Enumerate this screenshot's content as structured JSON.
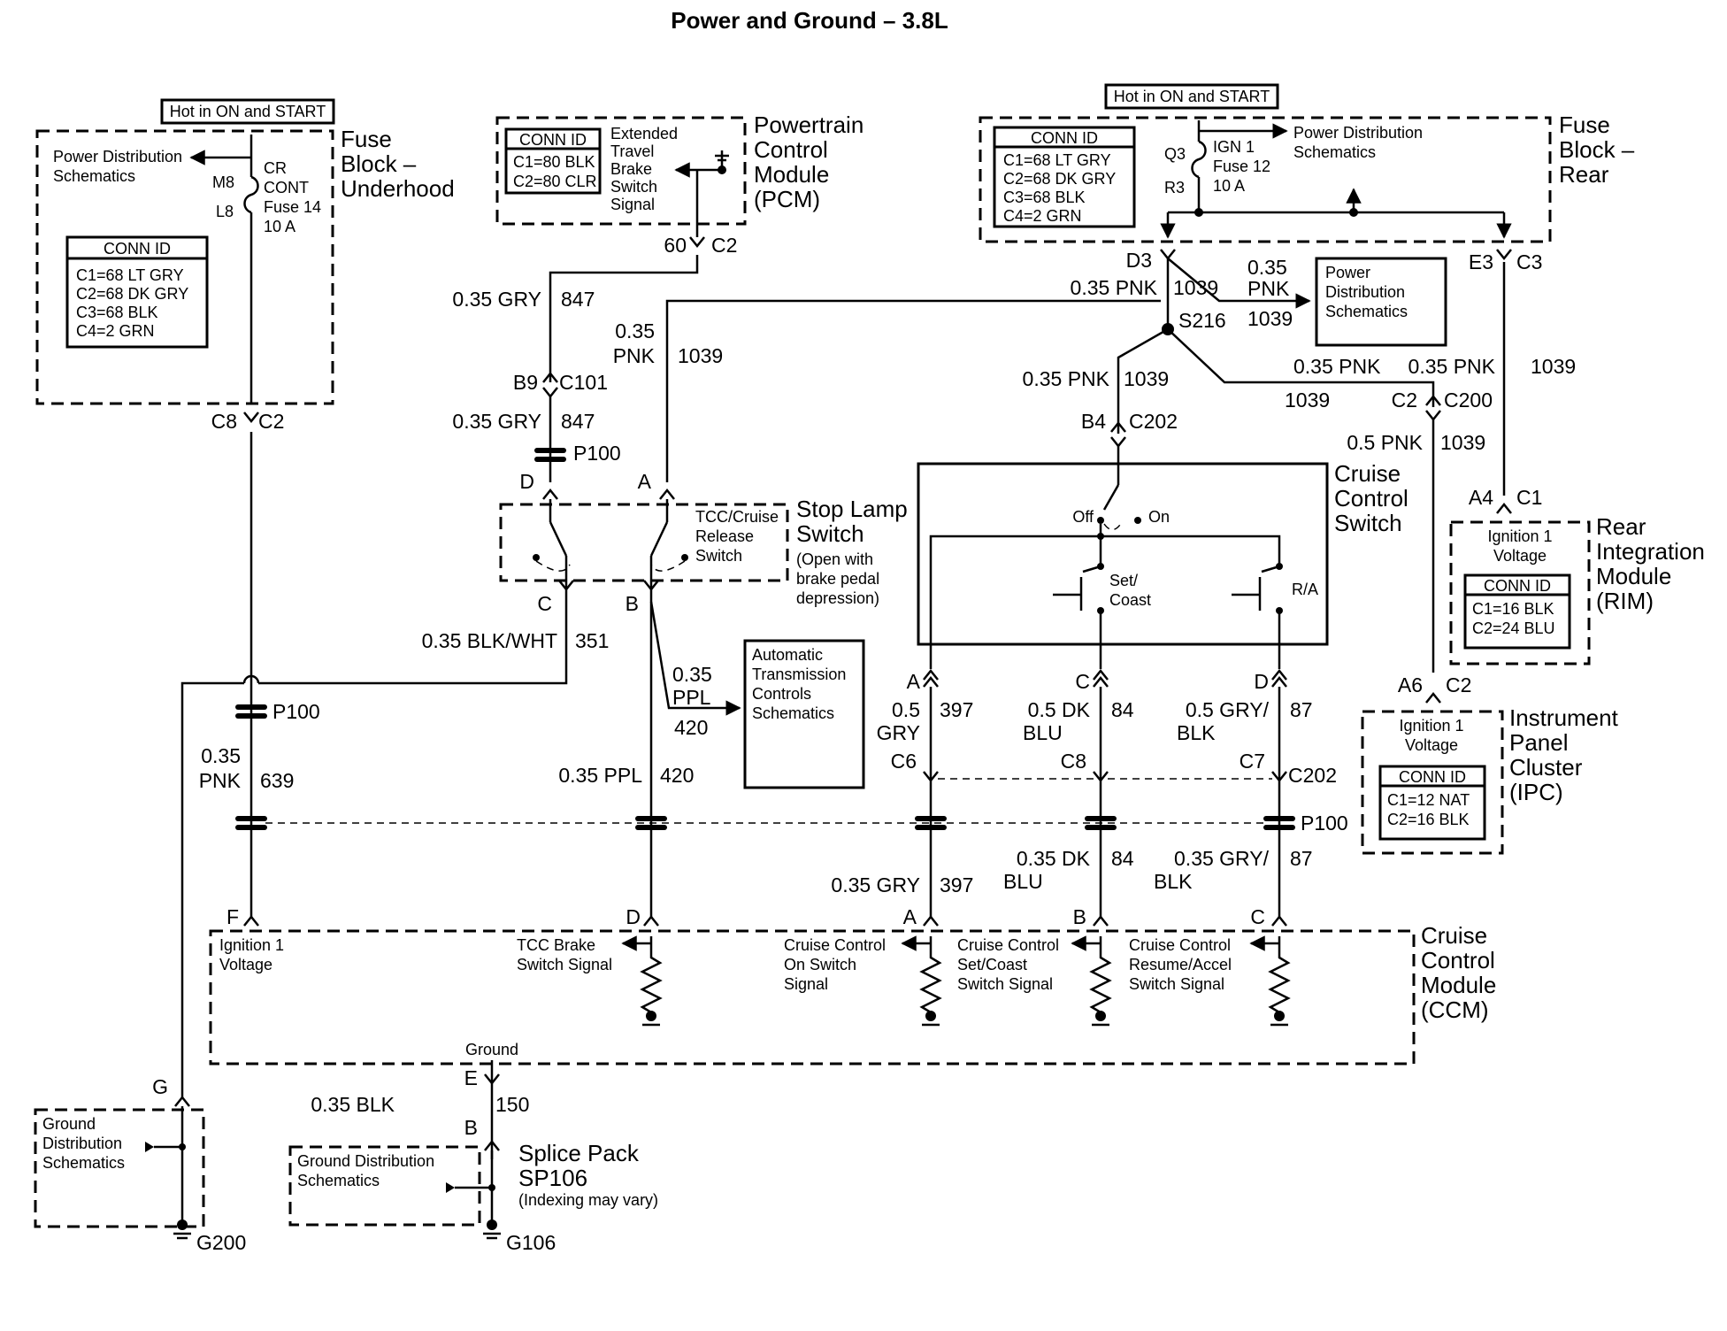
{
  "title": "Power and Ground – 3.8L",
  "fuse_underhood": {
    "hot": "Hot in ON and START",
    "label": [
      "Fuse",
      "Block –",
      "Underhood"
    ],
    "pds": [
      "Power Distribution",
      "Schematics"
    ],
    "m8": "M8",
    "l8": "L8",
    "fuse": [
      "CR",
      "CONT",
      "Fuse 14",
      "10 A"
    ],
    "conn_title": "CONN ID",
    "conn": [
      "C1=68 LT GRY",
      "C2=68 DK GRY",
      "C3=68 BLK",
      "C4=2 GRN"
    ],
    "c8": "C8",
    "c2": "C2"
  },
  "pcm": {
    "conn_title": "CONN ID",
    "conn": [
      "C1=80 BLK",
      "C2=80 CLR"
    ],
    "signal": [
      "Extended",
      "Travel",
      "Brake",
      "Switch",
      "Signal"
    ],
    "label": [
      "Powertrain",
      "Control",
      "Module",
      "(PCM)"
    ],
    "pin": "60",
    "conn_c2": "C2"
  },
  "fuse_rear": {
    "hot": "Hot in ON and START",
    "label": [
      "Fuse",
      "Block –",
      "Rear"
    ],
    "conn_title": "CONN ID",
    "conn": [
      "C1=68 LT GRY",
      "C2=68 DK GRY",
      "C3=68 BLK",
      "C4=2 GRN"
    ],
    "q3": "Q3",
    "r3": "R3",
    "fuse": [
      "IGN 1",
      "Fuse 12",
      "10 A"
    ],
    "pds": [
      "Power Distribution",
      "Schematics"
    ],
    "d3": "D3",
    "e3": "E3",
    "c3": "C3"
  },
  "wires": {
    "w847a": "0.35 GRY",
    "n847a": "847",
    "b9": "B9",
    "c101": "C101",
    "w847b": "0.35 GRY",
    "n847b": "847",
    "p100a": "P100",
    "w1039a": [
      "0.35",
      "PNK"
    ],
    "n1039a": "1039",
    "w1039d3": "0.35 PNK",
    "n1039d3": "1039",
    "w1039pds": [
      "0.35",
      "PNK"
    ],
    "n1039pds": "1039",
    "s216": "S216",
    "w1039b4": "0.35 PNK",
    "n1039b4": "1039",
    "b4": "B4",
    "c202a": "C202",
    "w1039c200": "0.35 PNK",
    "n1039c200": "1039",
    "c2c200": "C2",
    "c200": "C200",
    "w1039e3": "0.35 PNK",
    "n1039e3": "1039",
    "w1039ipc": "0.5 PNK",
    "n1039ipc": "1039",
    "w351": "0.35 BLK/WHT",
    "n351": "351",
    "p100b": "P100",
    "w639": [
      "0.35",
      "PNK"
    ],
    "n639": "639",
    "w420a": [
      "0.35",
      "PPL"
    ],
    "n420a": "420",
    "w420b": "0.35 PPL",
    "n420b": "420",
    "w397a": [
      "0.5",
      "GRY"
    ],
    "n397a": "397",
    "w84a": [
      "0.5 DK",
      "BLU"
    ],
    "n84a": "84",
    "w87a": [
      "0.5 GRY/",
      "BLK"
    ],
    "n87a": "87",
    "c6": "C6",
    "c8": "C8",
    "c7": "C7",
    "c202b": "C202",
    "p100c": "P100",
    "w397b": "0.35 GRY",
    "n397b": "397",
    "w84b": [
      "0.35 DK",
      "BLU"
    ],
    "n84b": "84",
    "w87b": [
      "0.35 GRY/",
      "BLK"
    ],
    "n87b": "87",
    "w150": "0.35 BLK",
    "n150": "150"
  },
  "stop_lamp": {
    "label": [
      "Stop Lamp",
      "Switch"
    ],
    "note": [
      "(Open with",
      "brake pedal",
      "depression)"
    ],
    "tcc": [
      "TCC/Cruise",
      "Release",
      "Switch"
    ],
    "d": "D",
    "a": "A",
    "c": "C",
    "b": "B"
  },
  "ats": [
    "Automatic",
    "Transmission",
    "Controls",
    "Schematics"
  ],
  "pds_box": [
    "Power",
    "Distribution",
    "Schematics"
  ],
  "cruise_switch": {
    "label": [
      "Cruise",
      "Control",
      "Switch"
    ],
    "off": "Off",
    "on": "On",
    "set": [
      "Set/",
      "Coast"
    ],
    "ra": "R/A",
    "a": "A",
    "c": "C",
    "d": "D"
  },
  "rim": {
    "label": [
      "Rear",
      "Integration",
      "Module",
      "(RIM)"
    ],
    "a4": "A4",
    "c1": "C1",
    "ign": [
      "Ignition 1",
      "Voltage"
    ],
    "conn_title": "CONN ID",
    "conn": [
      "C1=16 BLK",
      "C2=24 BLU"
    ]
  },
  "ipc": {
    "label": [
      "Instrument",
      "Panel",
      "Cluster",
      "(IPC)"
    ],
    "a6": "A6",
    "c2": "C2",
    "ign": [
      "Ignition 1",
      "Voltage"
    ],
    "conn_title": "CONN ID",
    "conn": [
      "C1=12 NAT",
      "C2=16 BLK"
    ]
  },
  "ccm": {
    "label": [
      "Cruise",
      "Control",
      "Module",
      "(CCM)"
    ],
    "f": "F",
    "d": "D",
    "a": "A",
    "b": "B",
    "c": "C",
    "ign": [
      "Ignition 1",
      "Voltage"
    ],
    "tcc": [
      "TCC Brake",
      "Switch Signal"
    ],
    "on": [
      "Cruise Control",
      "On Switch",
      "Signal"
    ],
    "set": [
      "Cruise Control",
      "Set/Coast",
      "Switch Signal"
    ],
    "res": [
      "Cruise Control",
      "Resume/Accel",
      "Switch Signal"
    ],
    "ground": "Ground",
    "e": "E"
  },
  "grounds": {
    "g": "G",
    "gds1": [
      "Ground",
      "Distribution",
      "Schematics"
    ],
    "g200": "G200",
    "b": "B",
    "sp_label": [
      "Splice Pack",
      "SP106"
    ],
    "sp_note": "(Indexing may vary)",
    "gds2": [
      "Ground Distribution",
      "Schematics"
    ],
    "g106": "G106"
  }
}
